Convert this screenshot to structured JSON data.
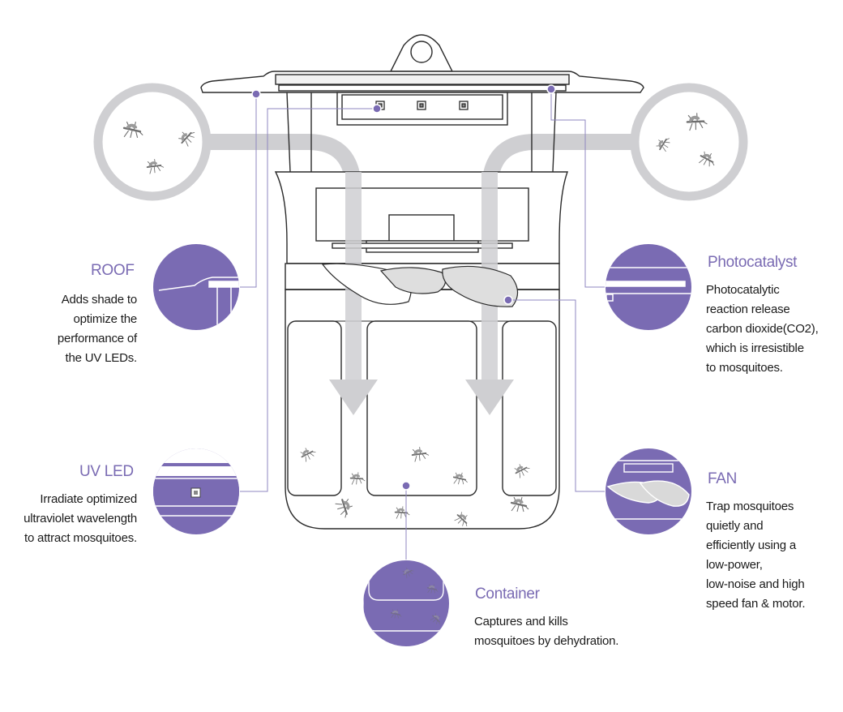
{
  "callouts": {
    "roof": {
      "title": "ROOF",
      "lines": [
        "Adds shade to",
        "optimize the",
        "performance of",
        "the UV LEDs."
      ]
    },
    "uv_led": {
      "title": "UV LED",
      "lines": [
        "Irradiate optimized",
        "ultraviolet wavelength",
        "to attract mosquitoes."
      ]
    },
    "photocatalyst": {
      "title": "Photocatalyst",
      "lines": [
        "Photocatalytic",
        "reaction release",
        "carbon dioxide(CO2),",
        "which is irresistible",
        "to mosquitoes."
      ]
    },
    "fan": {
      "title": "FAN",
      "lines": [
        "Trap mosquitoes",
        "quietly and",
        "efficiently using a",
        "low-power,",
        "low-noise and high",
        "speed fan & motor."
      ]
    },
    "container": {
      "title": "Container",
      "lines": [
        "Captures and kills",
        "mosquitoes by dehydration."
      ]
    }
  },
  "colors": {
    "accent_purple": "#7a6bb3",
    "arrow_gray": "#cfcfd2",
    "outline": "#2b2b2b"
  },
  "icons": [
    "mosquito-icon",
    "uv-led-icon",
    "down-arrow-icon"
  ]
}
